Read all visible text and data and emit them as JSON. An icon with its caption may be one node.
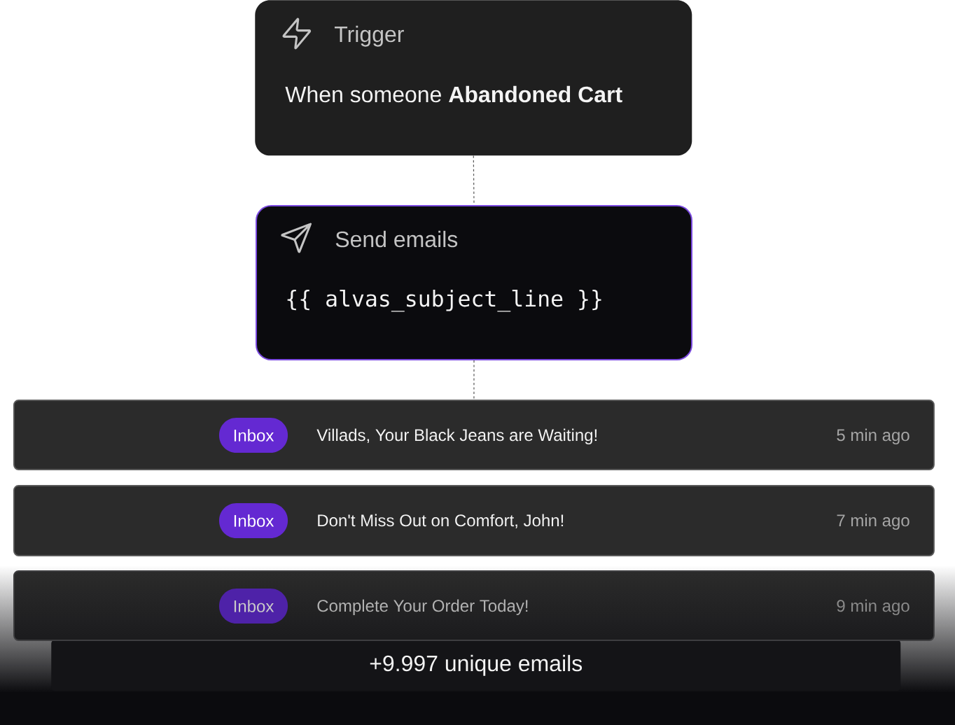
{
  "diagram": {
    "nodes": [
      {
        "text": [
          "Trigger",
          "When someone **Abandoned Cart**"
        ]
      },
      {
        "text": [
          "Send emails",
          "{{ alvas_subject_line }}"
        ]
      },
      {
        "text": [
          "Villads, Your Black Jeans are Waiting!",
          "5 min ago"
        ]
      },
      {
        "text": [
          "Inbox"
        ],
        "in": 2
      },
      {
        "text": [
          "Don't Miss Out on Comfort, John!",
          "7 min ago"
        ]
      },
      {
        "text": [
          "Inbox"
        ],
        "in": 4
      },
      {
        "text": [
          "Complete Your Order Today!",
          "9 min ago"
        ]
      },
      {
        "text": [
          "Inbox"
        ],
        "in": 6
      },
      {
        "text": [
          "+9.997 unique emails"
        ]
      }
    ],
    "edges": [
      {
        "from": 0,
        "to": 1,
        "arrow": "none",
        "style": "dashed"
      },
      {
        "from": 1,
        "to": 2,
        "arrow": "none",
        "style": "dashed"
      }
    ]
  }
}
